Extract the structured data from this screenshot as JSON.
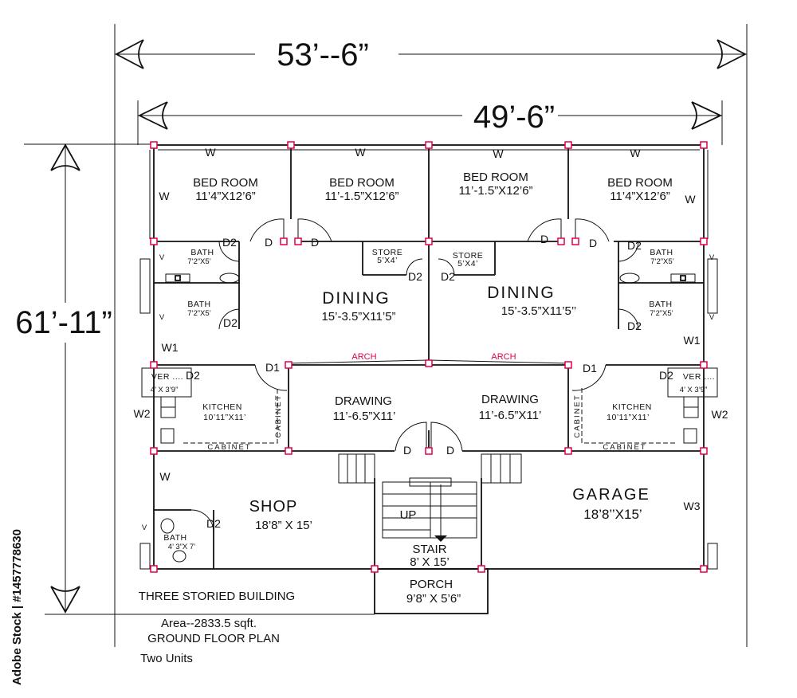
{
  "dimensions": {
    "outer_width": "53’--6”",
    "inner_width": "49’-6”",
    "height": "61’-11”"
  },
  "rooms": {
    "bed1": {
      "name": "BED ROOM",
      "size": "11’4”X12’6”"
    },
    "bed2": {
      "name": "BED ROOM",
      "size": "11’-1.5”X12’6”"
    },
    "bed3": {
      "name": "BED ROOM",
      "size": "11’-1.5”X12’6”"
    },
    "bed4": {
      "name": "BED ROOM",
      "size": "11’4”X12’6”"
    },
    "dining_left": {
      "name": "DINING",
      "size": "15’-3.5”X11’5”"
    },
    "dining_right": {
      "name": "DINING",
      "size": "15’-3.5”X11’5’’"
    },
    "drawing_left": {
      "name": "DRAWING",
      "size": "11’-6.5”X11’"
    },
    "drawing_right": {
      "name": "DRAWING",
      "size": "11’-6.5”X11’"
    },
    "kitchen_left": {
      "name": "KITCHEN",
      "size": "10’11”X11’"
    },
    "kitchen_right": {
      "name": "KITCHEN",
      "size": "10’11”X11’"
    },
    "store_left": {
      "name": "STORE",
      "size": "5’X4’"
    },
    "store_right": {
      "name": "STORE",
      "size": "5’X4’"
    },
    "bath_ul": {
      "name": "BATH",
      "size": "7’2”X5’"
    },
    "bath_ll": {
      "name": "BATH",
      "size": "7’2”X5’"
    },
    "bath_ur": {
      "name": "BATH",
      "size": "7’2”X5’"
    },
    "bath_lr": {
      "name": "BATH",
      "size": "7’2”X5’"
    },
    "bath_shop": {
      "name": "BATH",
      "size": "4’ 3”X 7’"
    },
    "ver_left": {
      "name": "VER ....",
      "size": "4’ X 3’9”"
    },
    "ver_right": {
      "name": "VER ....",
      "size": "4’ X 3’9”"
    },
    "shop": {
      "name": "SHOP",
      "size": "18’8” X 15’"
    },
    "garage": {
      "name": "GARAGE",
      "size": "18’8’’X15’"
    },
    "stair": {
      "name": "STAIR",
      "size": "8’ X 15’"
    },
    "porch": {
      "name": "PORCH",
      "size": "9’8” X 5’6”"
    }
  },
  "labels": {
    "w": "W",
    "w1": "W1",
    "w2": "W2",
    "w3": "W3",
    "d": "D",
    "d1": "D1",
    "d2": "D2",
    "v": "V",
    "arch": "ARCH",
    "cabinet": "CABINET",
    "up": "UP"
  },
  "captions": {
    "building": "THREE STORIED BUILDING",
    "area": "Area--2833.5 sqft.",
    "plan": "GROUND FLOOR PLAN",
    "units": "Two Units"
  },
  "watermark": {
    "side_text": "Adobe Stock | #1457778630"
  },
  "colors": {
    "line": "#111111",
    "column": "#e0004f",
    "arch_text": "#e0004f"
  }
}
